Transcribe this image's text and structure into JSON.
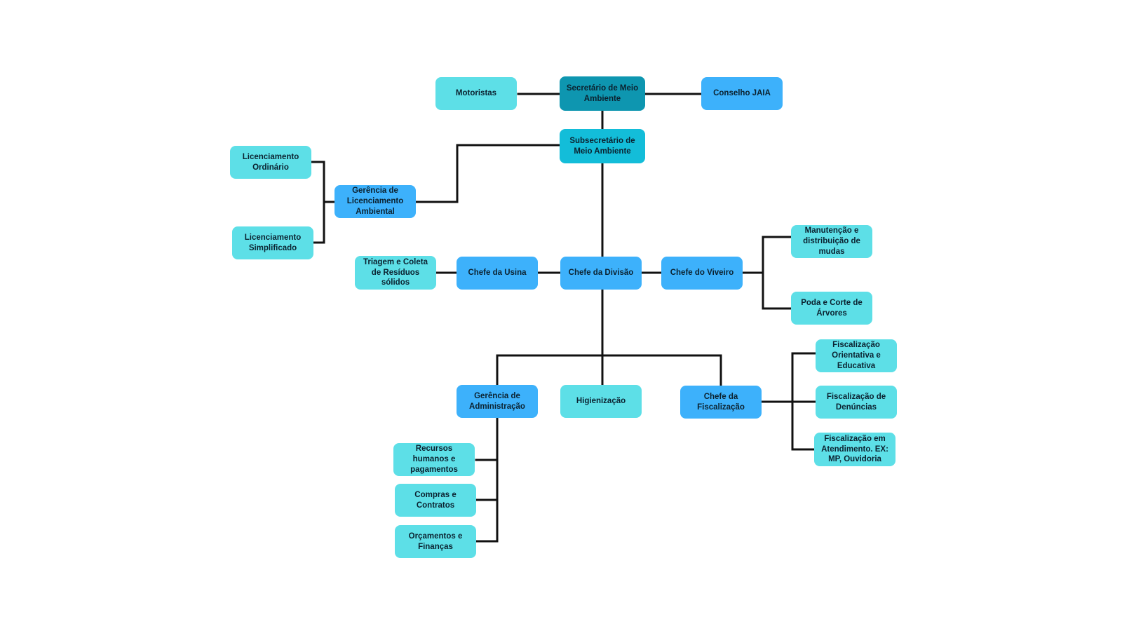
{
  "colors": {
    "teal_dark": "#0e96b0",
    "cyan": "#13bdd9",
    "blue": "#3db1fb",
    "aqua": "#5ddfe7",
    "connector": "#111111",
    "text": "#0b2230"
  },
  "nodes": {
    "secretario": "Secretário de Meio Ambiente",
    "motoristas": "Motoristas",
    "conselho": "Conselho JAIA",
    "subsecretario": "Subsecretário de Meio Ambiente",
    "gerencia_licenciamento": "Gerência de Licenciamento Ambiental",
    "lic_ordinario": "Licenciamento Ordinário",
    "lic_simplificado": "Licenciamento Simplificado",
    "chefe_divisao": "Chefe da Divisão",
    "chefe_usina": "Chefe da Usina",
    "triagem": "Triagem e Coleta de Resíduos sólidos",
    "chefe_viveiro": "Chefe do Viveiro",
    "manutencao": "Manutenção e distribuição de mudas",
    "poda": "Poda e Corte de Árvores",
    "gerencia_admin": "Gerência de Administração",
    "higienizacao": "Higienização",
    "chefe_fiscalizacao": "Chefe da Fiscalização",
    "fisc_orientativa": "Fiscalização Orientativa e Educativa",
    "fisc_denuncias": "Fiscalização de Denúncias",
    "fisc_atendimento": "Fiscalização em Atendimento. EX: MP, Ouvidoria",
    "recursos_humanos": "Recursos humanos e pagamentos",
    "compras": "Compras e Contratos",
    "orcamentos": "Orçamentos e Finanças"
  }
}
